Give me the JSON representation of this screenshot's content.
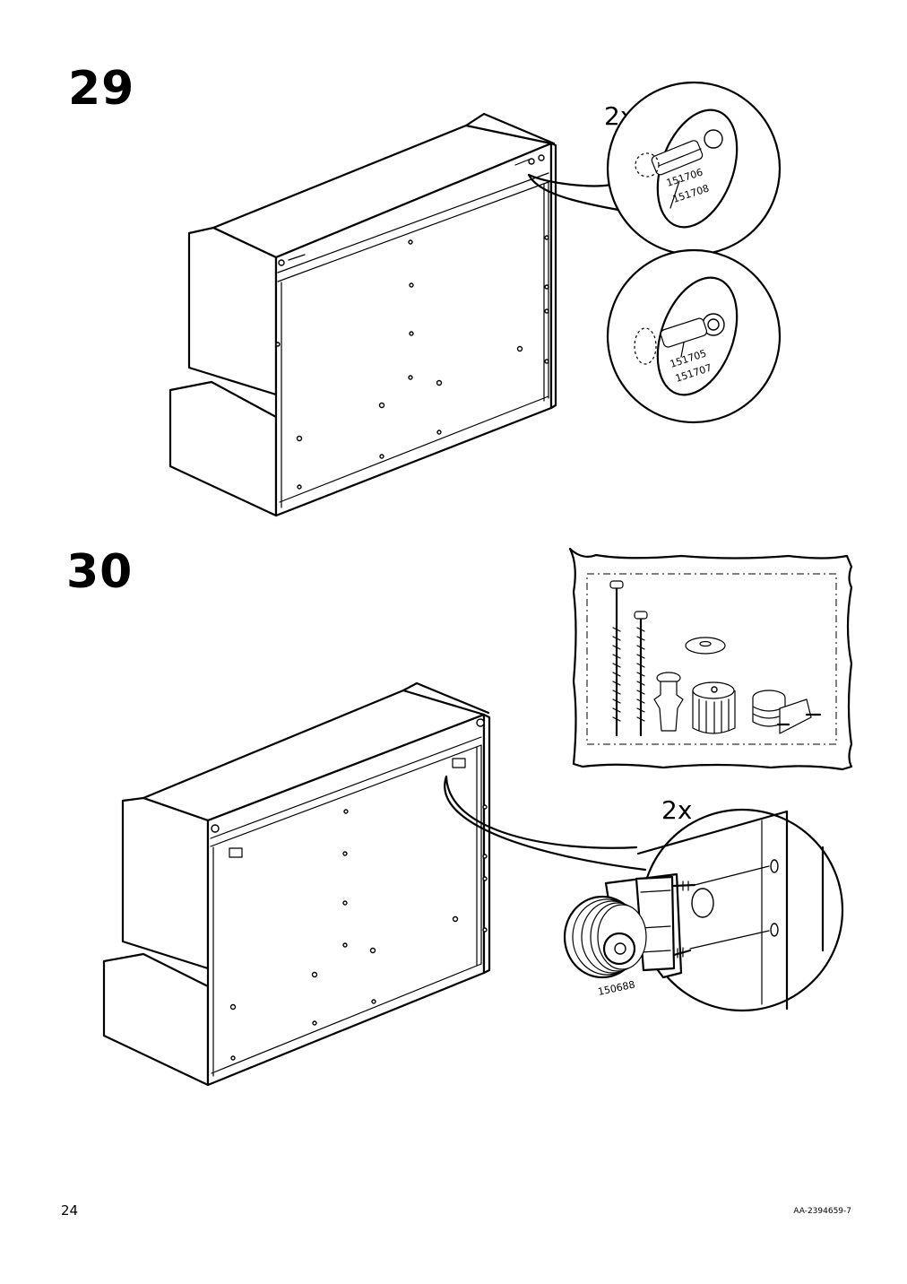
{
  "steps": [
    {
      "number": "29",
      "quantity": "2x",
      "part_labels_top": [
        "151706",
        "151708"
      ],
      "part_labels_bottom": [
        "151705",
        "151707"
      ]
    },
    {
      "number": "30",
      "quantity": "2x",
      "part_label": "150688"
    }
  ],
  "footer": {
    "page_number": "24",
    "doc_id": "AA-2394659-7"
  }
}
